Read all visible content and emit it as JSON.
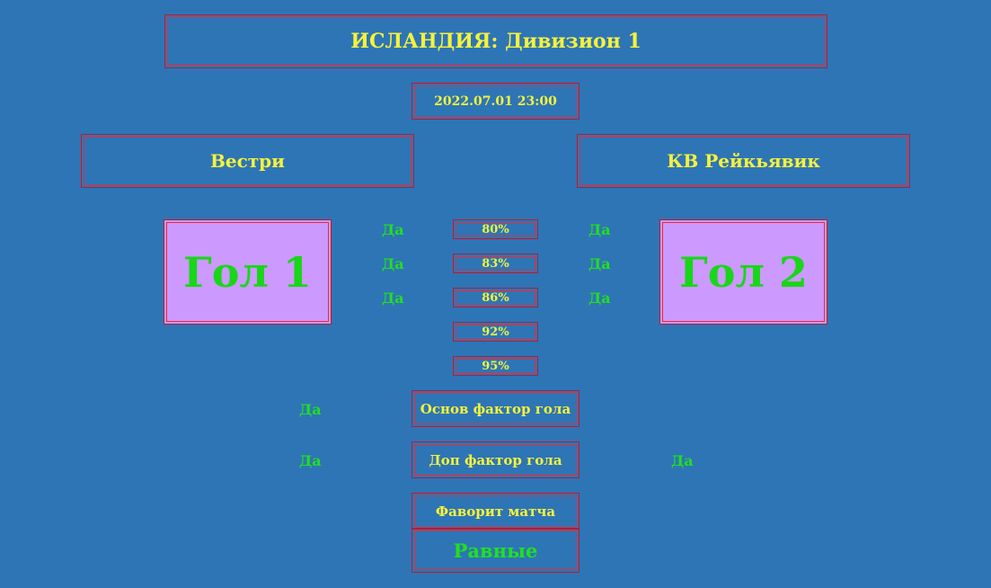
{
  "header": {
    "league_title": "ИСЛАНДИЯ: Дивизион 1",
    "datetime": "2022.07.01 23:00"
  },
  "teams": {
    "home": "Вестри",
    "away": "КВ Рейкьявик"
  },
  "goals": {
    "home_label": "Гол 1",
    "away_label": "Гол 2"
  },
  "percentages": [
    "80%",
    "83%",
    "86%",
    "92%",
    "95%"
  ],
  "home_flags": [
    "Да",
    "Да",
    "Да"
  ],
  "away_flags": [
    "Да",
    "Да",
    "Да"
  ],
  "factors": {
    "main_label": "Основ фактор гола",
    "main_home": "Да",
    "extra_label": "Доп фактор гола",
    "extra_home": "Да",
    "extra_away": "Да"
  },
  "favorite": {
    "label": "Фаворит матча",
    "value": "Равные"
  },
  "colors": {
    "background": "#2e75b6",
    "border": "#c0182c",
    "title_text": "#f5f23a",
    "flag_text": "#22e01e",
    "goal_box": "#cc99ff"
  }
}
